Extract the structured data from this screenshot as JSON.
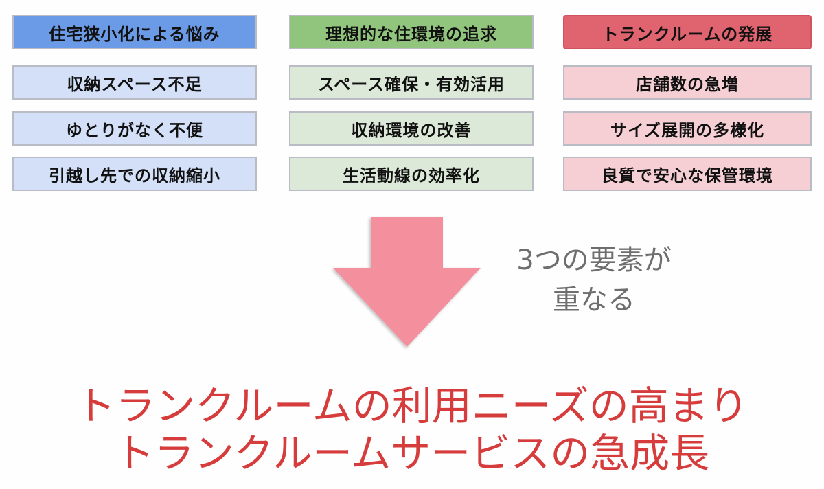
{
  "columns": [
    {
      "header": "住宅狭小化による悩み",
      "color": "#6b9be6",
      "items": [
        "収納スペース不足",
        "ゆとりがなく不便",
        "引越し先での収納縮小"
      ]
    },
    {
      "header": "理想的な住環境の追求",
      "color": "#91c47c",
      "items": [
        "スペース確保・有効活用",
        "収納環境の改善",
        "生活動線の効率化"
      ]
    },
    {
      "header": "トランクルームの発展",
      "color": "#e06470",
      "items": [
        "店舗数の急増",
        "サイズ展開の多様化",
        "良質で安心な保管環境"
      ]
    }
  ],
  "arrow": {
    "icon": "down-arrow-icon",
    "color": "#f4909e"
  },
  "note": {
    "line1": "3つの要素が",
    "line2": "重なる"
  },
  "conclusion": {
    "line1": "トランクルームの利用ニーズの高まり",
    "line2": "トランクルームサービスの急成長",
    "color": "#d63c3c"
  }
}
